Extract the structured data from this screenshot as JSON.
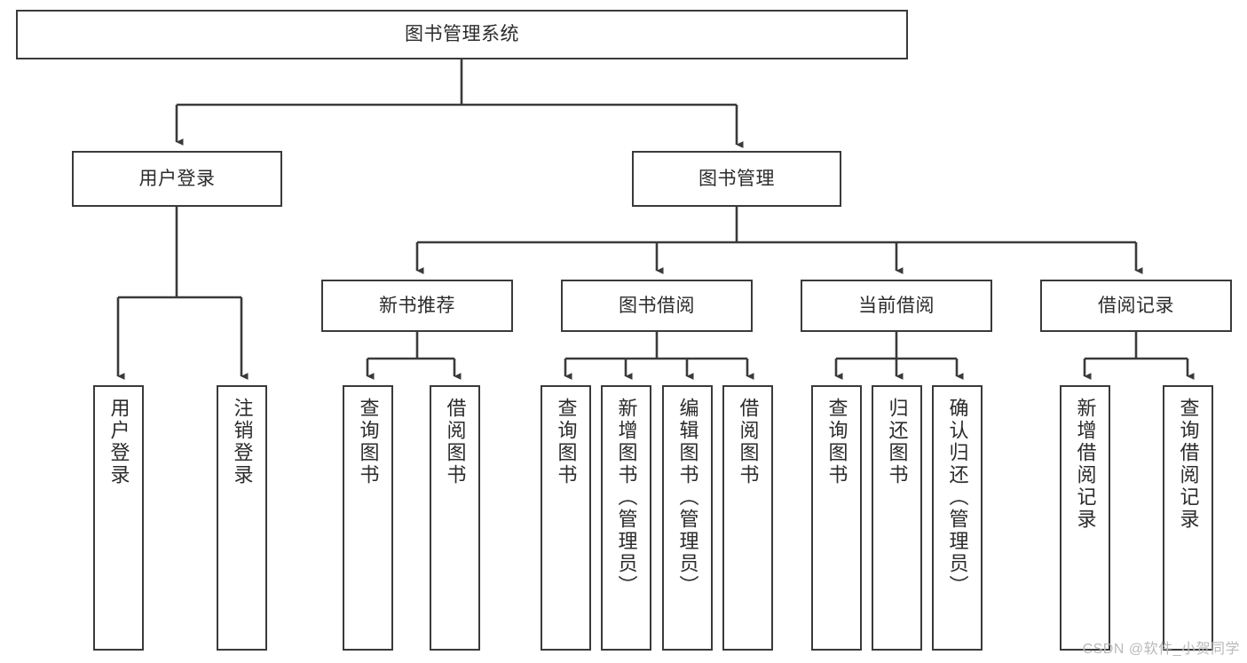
{
  "diagram": {
    "type": "tree",
    "title": "图书管理系统",
    "background_color": "#ffffff",
    "line_color": "#3a3a3a",
    "text_color": "#2b2b2b",
    "root": {
      "label": "图书管理系统"
    },
    "level2": [
      {
        "label": "用户登录"
      },
      {
        "label": "图书管理"
      }
    ],
    "level3": [
      {
        "label": "新书推荐"
      },
      {
        "label": "图书借阅"
      },
      {
        "label": "当前借阅"
      },
      {
        "label": "借阅记录"
      }
    ],
    "leaves": {
      "user_login": [
        {
          "label": "用户登录"
        },
        {
          "label": "注销登录"
        }
      ],
      "new_book_recommend": [
        {
          "label": "查询图书"
        },
        {
          "label": "借阅图书"
        }
      ],
      "book_borrow": [
        {
          "label": "查询图书"
        },
        {
          "label": "新增图书（管理员）"
        },
        {
          "label": "编辑图书（管理员）"
        },
        {
          "label": "借阅图书"
        }
      ],
      "current_borrow": [
        {
          "label": "查询图书"
        },
        {
          "label": "归还图书"
        },
        {
          "label": "确认归还（管理员）"
        }
      ],
      "borrow_record": [
        {
          "label": "新增借阅记录"
        },
        {
          "label": "查询借阅记录"
        }
      ]
    }
  },
  "watermark": {
    "text": "CSDN @软件_小贺同学"
  }
}
